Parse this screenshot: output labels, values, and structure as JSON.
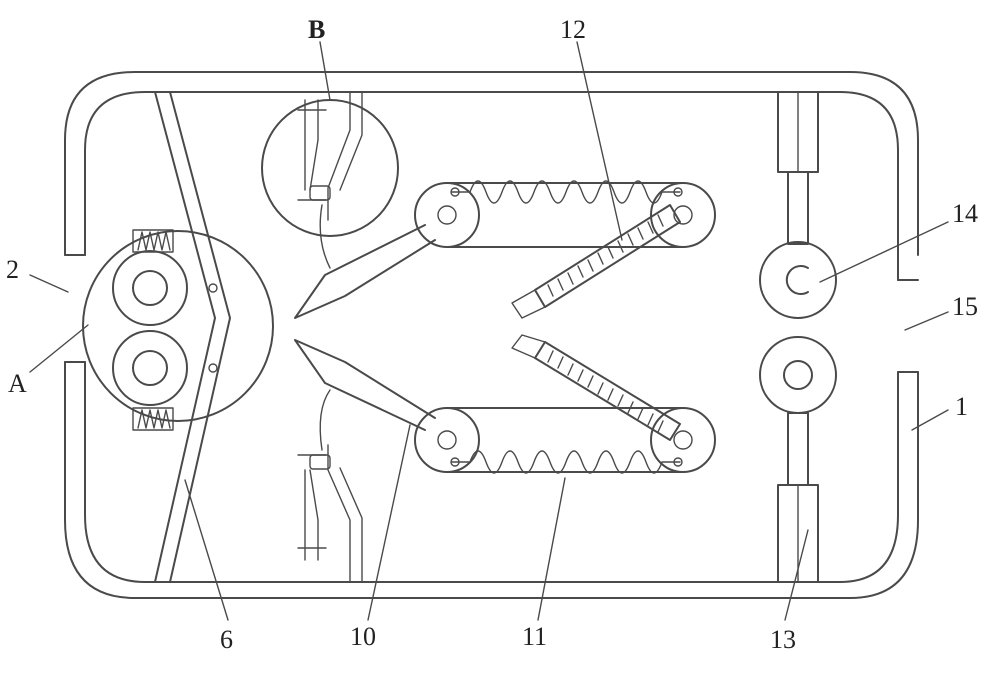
{
  "labels": {
    "l1": "1",
    "l2": "2",
    "l6": "6",
    "l10": "10",
    "l11": "11",
    "l12": "12",
    "l13": "13",
    "l14": "14",
    "l15": "15",
    "lA": "A",
    "lB": "B"
  },
  "colors": {
    "line": "#4a4a4a",
    "text": "#222222"
  }
}
